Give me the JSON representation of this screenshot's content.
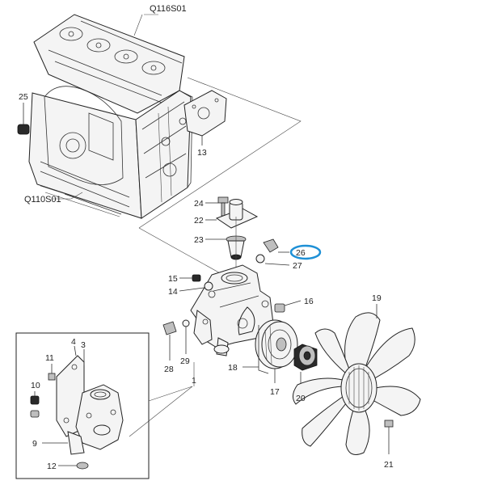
{
  "labels": {
    "cylinder_head": "Q116S01",
    "cylinder_block": "Q110S01",
    "p1": "1",
    "p3": "3",
    "p4": "4",
    "p9": "9",
    "p10": "10",
    "p11": "11",
    "p12": "12",
    "p13": "13",
    "p14": "14",
    "p15": "15",
    "p16": "16",
    "p17": "17",
    "p18": "18",
    "p19": "19",
    "p20": "20",
    "p21": "21",
    "p22": "22",
    "p23": "23",
    "p24": "24",
    "p25": "25",
    "p26": "26",
    "p27": "27",
    "p28": "28",
    "p29": "29"
  },
  "highlight": {
    "part": "26",
    "color": "#1e90d6"
  }
}
